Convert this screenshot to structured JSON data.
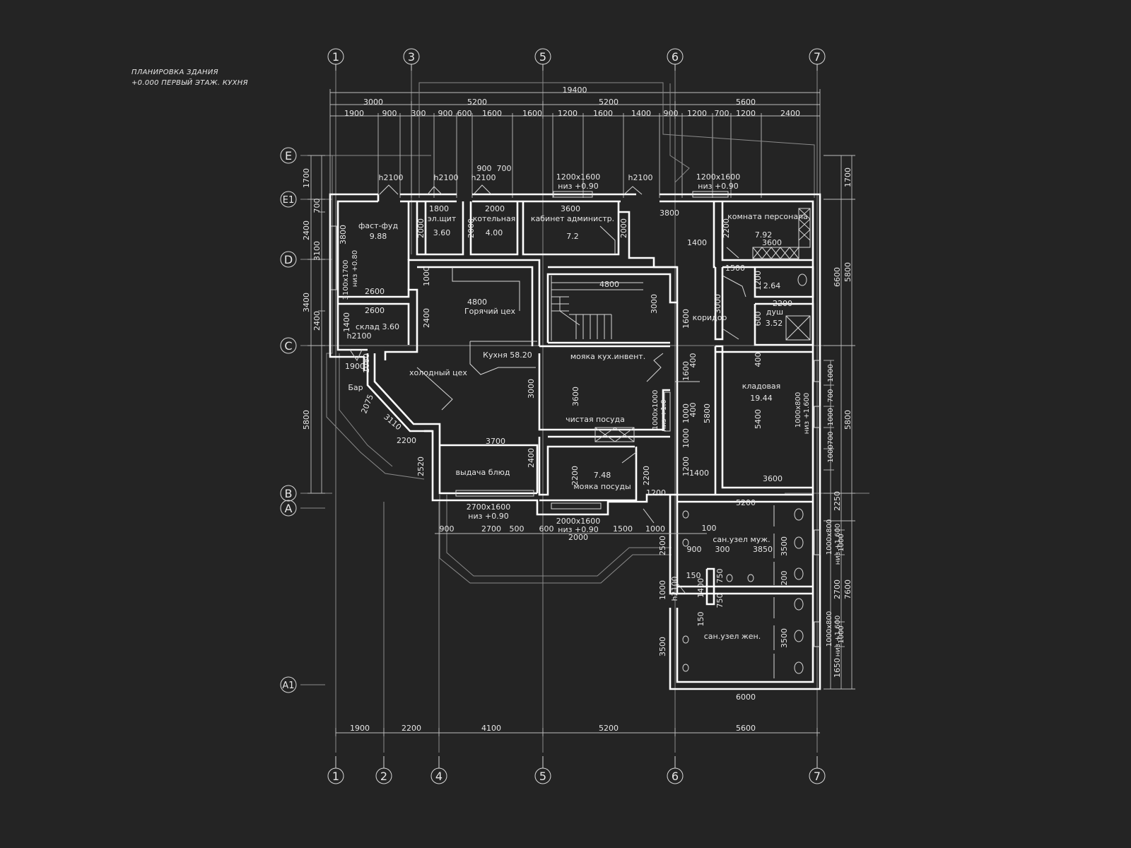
{
  "title": {
    "line1": "ПЛАНИРОВКА ЗДАНИЯ",
    "line2": "+0.000 ПЕРВЫЙ ЭТАЖ. КУХНЯ"
  },
  "axes_top": [
    "1",
    "3",
    "5",
    "6",
    "7"
  ],
  "axes_bottom": [
    "1",
    "2",
    "4",
    "5",
    "6",
    "7"
  ],
  "axes_left": [
    "E",
    "E1",
    "D",
    "C",
    "B",
    "A",
    "A1"
  ],
  "dims_top_overall": "19400",
  "dims_top_row1": [
    "3000",
    "5200",
    "5200",
    "5600"
  ],
  "dims_top_row2": [
    "1900",
    "900",
    "300",
    "900",
    "600",
    "1600",
    "1600",
    "1200",
    "1600",
    "1400",
    "900",
    "1200",
    "700",
    "1200",
    "2400"
  ],
  "dims_bottom": [
    "1900",
    "2200",
    "4100",
    "5200",
    "5600"
  ],
  "dims_left": [
    "1700",
    "700",
    "2400",
    "3100",
    "3400",
    "2400",
    "5800"
  ],
  "dims_right": [
    "1700",
    "6600",
    "5800",
    "5800",
    "2250",
    "2700",
    "7600",
    "1650"
  ],
  "rooms": {
    "fastfood": {
      "name": "фаст-фуд",
      "area": "9.88"
    },
    "elshield": {
      "name": "эл.щит",
      "area": "3.60"
    },
    "boiler": {
      "name": "котельная",
      "area": "4.00"
    },
    "admin": {
      "name": "кабинет администр.",
      "area": "7.2"
    },
    "staff": {
      "name": "комната персонала",
      "area": "7.92"
    },
    "wc_small": {
      "area": "2.64"
    },
    "shower": {
      "name": "душ",
      "area": "3.52"
    },
    "warehouse": {
      "name": "склад 3.60"
    },
    "hot": {
      "name": "Горячий цех"
    },
    "kitchen": {
      "name": "Кухня 58.20"
    },
    "cold": {
      "name": "холодный цех"
    },
    "bar": {
      "name": "Бар"
    },
    "washinv": {
      "name": "мояка кух.инвент."
    },
    "corridor": {
      "name": "коридор"
    },
    "pantry": {
      "name": "кладовая",
      "area": "19.44"
    },
    "clean": {
      "name": "чистая посуда"
    },
    "wash": {
      "name": "мояка посуды",
      "area": "7.48"
    },
    "serve": {
      "name": "выдача блюд"
    },
    "wc_m": {
      "name": "сан.узел муж."
    },
    "wc_f": {
      "name": "сан.узел жен."
    }
  },
  "openings": {
    "h1": "h2100",
    "w_top1": "1200x1600",
    "w_top1b": "низ +0.90",
    "w_top2": "1200x1600",
    "w_top2b": "низ +0.90",
    "w_left": "3100x1700",
    "w_leftb": "низ +0.80",
    "w_bot1": "2700x1600",
    "w_bot1b": "низ +0.90",
    "w_bot2": "2000x1600",
    "w_bot2b": "низ +0.90",
    "w_mid": "1000x1000",
    "w_midb": "низ +1.0",
    "w_pantry": "1000x800",
    "w_pantryb": "низ +1.600",
    "w_wc1": "1000x800",
    "w_wc1b": "низ +1.600",
    "w_wc2": "1000x800",
    "w_wc2b": "низ +1.600"
  },
  "inner_dims": {
    "d1800": "1800",
    "d2000": "2000",
    "d3600": "3600",
    "d3800": "3800",
    "d900": "900",
    "d700": "700",
    "d1400": "1400",
    "d1500": "1500",
    "d2200": "2200",
    "d2600": "2600",
    "d4800": "4800",
    "d3000": "3000",
    "d1000": "1000",
    "d1600": "1600",
    "d400": "400",
    "d5800": "5800",
    "d5400": "5400",
    "d3700": "3700",
    "d2400": "2400",
    "d1200": "1200",
    "d5200": "5200",
    "d6000": "6000",
    "d3850": "3850",
    "d3500": "3500",
    "d300": "300",
    "d200": "200",
    "d150": "150",
    "d750": "750",
    "d2500": "2500",
    "d100": "100",
    "d2700": "2700",
    "d500": "500",
    "d600": "600",
    "d3110": "3110",
    "d2075": "2075",
    "d2520": "2520",
    "d1080": "1080",
    "d1900": "1900"
  }
}
